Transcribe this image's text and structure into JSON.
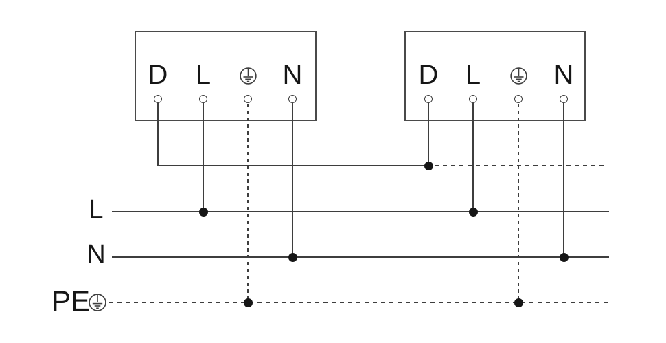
{
  "diagram": {
    "type": "wiring-diagram",
    "colors": {
      "background": "#ffffff",
      "line": "#3e3e3e",
      "text": "#161616",
      "junction_dot": "#161616"
    },
    "devices": [
      {
        "name": "device-1",
        "terminals": [
          {
            "label": "D"
          },
          {
            "label": "L"
          },
          {
            "label": "",
            "icon": "protective-earth"
          },
          {
            "label": "N"
          }
        ]
      },
      {
        "name": "device-2",
        "terminals": [
          {
            "label": "D"
          },
          {
            "label": "L"
          },
          {
            "label": "",
            "icon": "protective-earth"
          },
          {
            "label": "N"
          }
        ]
      }
    ],
    "buses": [
      {
        "label": "L",
        "style": "solid"
      },
      {
        "label": "N",
        "style": "solid"
      },
      {
        "label": "PE",
        "style": "dashed",
        "icon": "protective-earth"
      }
    ],
    "junction_count": 7
  }
}
